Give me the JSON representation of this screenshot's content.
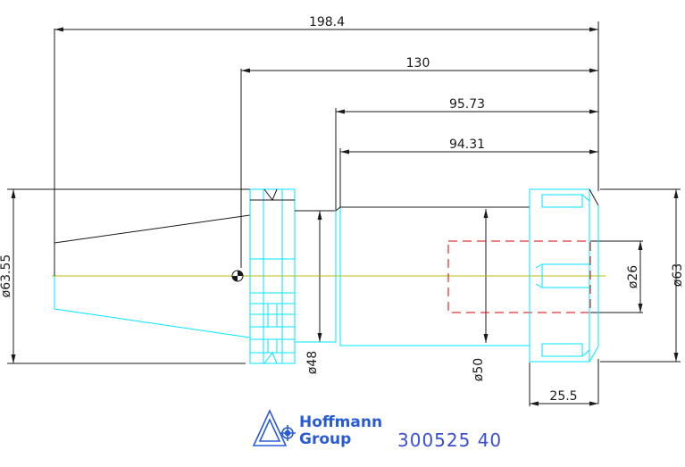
{
  "dimensions": {
    "overall_length": "198.4",
    "length_130": "130",
    "length_95": "95.73",
    "length_94": "94.31",
    "nut_length": "25.5",
    "dia_taper": "ø63.55",
    "dia_48": "ø48",
    "dia_50": "ø50",
    "dia_26": "ø26",
    "dia_63": "ø63"
  },
  "logo": {
    "line1": "Hoffmann",
    "line2": "Group"
  },
  "part_number": "300525 40",
  "colors": {
    "outline_cyan": "#00e5ff",
    "outline_dark": "#1a1a1a",
    "centerline": "#b8b800",
    "hidden_red": "#e00000",
    "brand_blue": "#2a5bd7"
  }
}
